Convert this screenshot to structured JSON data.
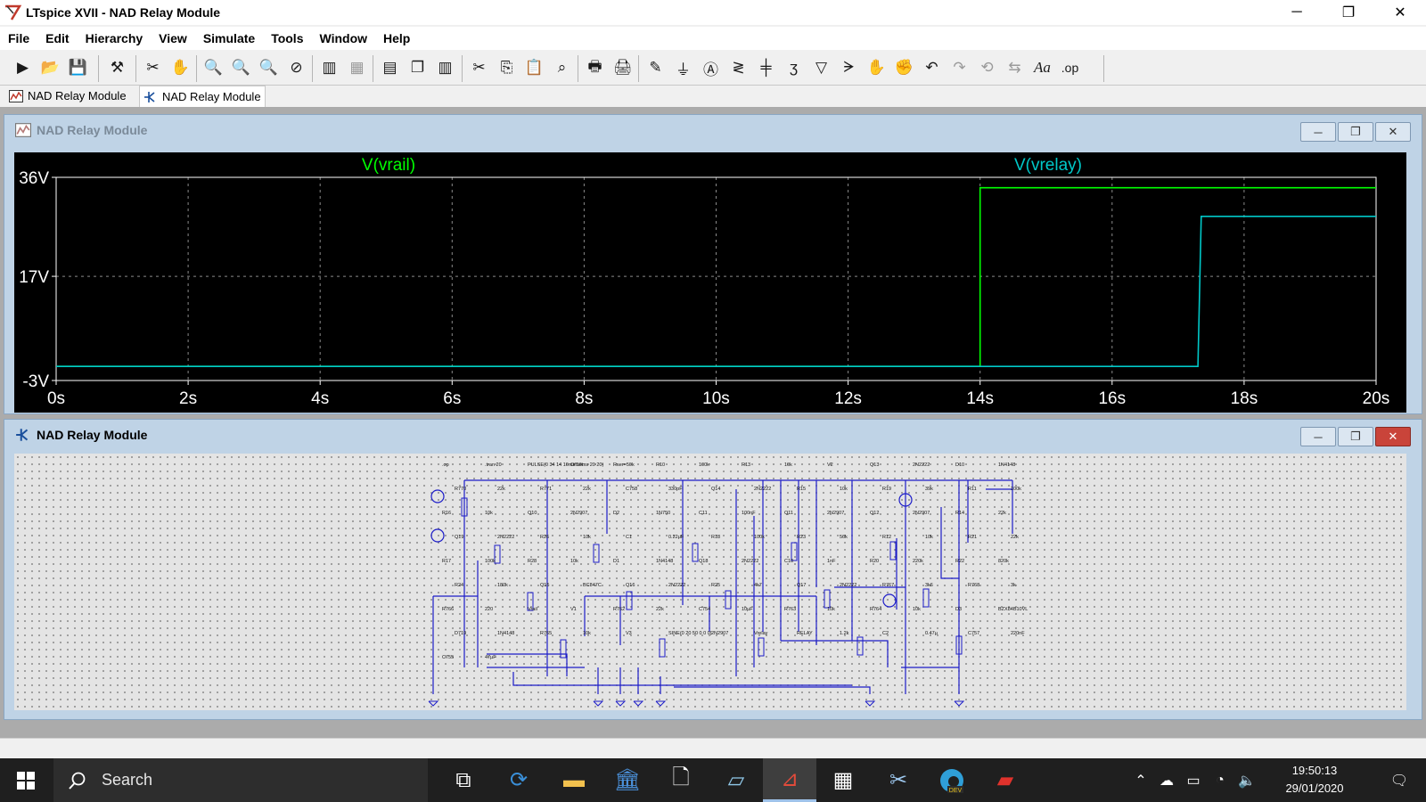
{
  "window": {
    "title": "LTspice XVII - NAD Relay Module",
    "minimize_glyph": "─",
    "maximize_glyph": "❐",
    "close_glyph": "✕"
  },
  "menu": [
    "File",
    "Edit",
    "Hierarchy",
    "View",
    "Simulate",
    "Tools",
    "Window",
    "Help"
  ],
  "toolbar": {
    "icons": [
      "run-icon",
      "open-icon",
      "save-icon",
      "control-panel-icon",
      "probe-icon",
      "pan-icon",
      "zoom-in-icon",
      "zoom-area-icon",
      "zoom-out-icon",
      "zoom-cancel-icon",
      "autorange-icon",
      "grid-icon",
      "tile-horizontal-icon",
      "cascade-icon",
      "tile-vertical-icon",
      "cut-icon",
      "copy-icon",
      "paste-icon",
      "find-icon",
      "print-setup-icon",
      "print-icon",
      "wire-icon",
      "ground-icon",
      "label-icon",
      "resistor-icon",
      "capacitor-icon",
      "inductor-icon",
      "diode-icon",
      "component-icon",
      "move-icon",
      "drag-icon",
      "undo-icon",
      "redo-icon",
      "rotate-icon",
      "mirror-icon",
      "text-icon",
      "spice-directive-icon"
    ],
    "spice_directive_label": ".op",
    "text_label": "Aa"
  },
  "tabs": [
    {
      "label": "NAD Relay Module",
      "icon": "waveform-icon"
    },
    {
      "label": "NAD Relay Module",
      "icon": "schematic-icon"
    }
  ],
  "plot_window": {
    "title": "NAD Relay Module",
    "traces": [
      {
        "name": "V(vrail)",
        "color": "#00ff00"
      },
      {
        "name": "V(vrelay)",
        "color": "#00c8c8"
      }
    ],
    "colors": {
      "background": "#000000",
      "axis": "#ffffff",
      "grid": "#8a8a8a"
    }
  },
  "chart_data": {
    "type": "line",
    "x_ticks": [
      "0s",
      "2s",
      "4s",
      "6s",
      "8s",
      "10s",
      "12s",
      "14s",
      "16s",
      "18s",
      "20s"
    ],
    "y_ticks": [
      "36V",
      "17V",
      "-3V"
    ],
    "xlim": [
      0,
      20
    ],
    "ylim": [
      -3,
      36
    ],
    "grid": true,
    "series": [
      {
        "name": "V(vrail)",
        "x": [
          0,
          14,
          14.0,
          20
        ],
        "y": [
          -0.3,
          -0.3,
          34,
          34
        ]
      },
      {
        "name": "V(vrelay)",
        "x": [
          0,
          17.3,
          17.35,
          20
        ],
        "y": [
          -0.3,
          -0.3,
          28.5,
          28.5
        ]
      }
    ]
  },
  "schematic_window": {
    "title": "NAD Relay Module",
    "labels": [
      ".op",
      ".tran 20",
      "PULSE(0 34 14 10ms 10ms 20 20)",
      "Offset",
      "Rser=50k",
      "R10",
      "100k",
      "R13",
      "10k",
      "V2",
      "Q13",
      "2N2222",
      "D10",
      "1N4148",
      "R770",
      "22k",
      "R771",
      "22k",
      "C758",
      "330pF",
      "Q14",
      "2N2222",
      "R15",
      "10k",
      "R19",
      "39k",
      "R11",
      "100k",
      "R16",
      "10k",
      "Q10",
      "2N2907",
      "D2",
      "1N750",
      "C11",
      "100nF",
      "Q11",
      "2N2907",
      "Q12",
      "2N2907",
      "R14",
      "22k",
      "Q19",
      "2N2222",
      "R26",
      "10k",
      "C1",
      "0.22µF",
      "R18",
      "100k",
      "R23",
      "56k",
      "R12",
      "10k",
      "R21",
      "22k",
      "R17",
      "100k",
      "R28",
      "10k",
      "D1",
      "1N4148",
      "Q18",
      "2N2222",
      "C10",
      "1nF",
      "R20",
      "220k",
      "R22",
      "820k",
      "R24",
      "180k",
      "Q15",
      "BC847C",
      "Q16",
      "2N2222",
      "R25",
      "4k7",
      "Q17",
      "2N2222",
      "R767",
      "3k6",
      "R768",
      "3k",
      "R766",
      "220",
      "Vrail",
      "V1",
      "R762",
      "22k",
      "C754",
      "10µF",
      "R763",
      "10k",
      "R764",
      "10k",
      "D3",
      "BZX84B10VL",
      "D719",
      "1N4148",
      "R765",
      "10k",
      "V3",
      "SINE(0 20 50 0 0 0)",
      "2N2907",
      "Vrelay",
      "RELAY",
      "1.2k",
      "C2",
      "0.47µ",
      "C757",
      "220nF",
      "C755",
      "47µF"
    ]
  },
  "taskbar": {
    "search_placeholder": "Search",
    "time": "19:50:13",
    "date": "29/01/2020",
    "apps": [
      "task-view-icon",
      "refresh-app-icon",
      "file-explorer-icon",
      "bank-icon",
      "document-icon",
      "notes-icon",
      "ltspice-icon",
      "calculator-icon",
      "snipping-tool-icon",
      "edge-dev-icon",
      "acrobat-icon"
    ],
    "tray_icons": [
      "chevron-up-icon",
      "cloud-icon",
      "battery-icon",
      "wifi-icon",
      "volume-icon"
    ],
    "edge_badge": "DEV"
  }
}
